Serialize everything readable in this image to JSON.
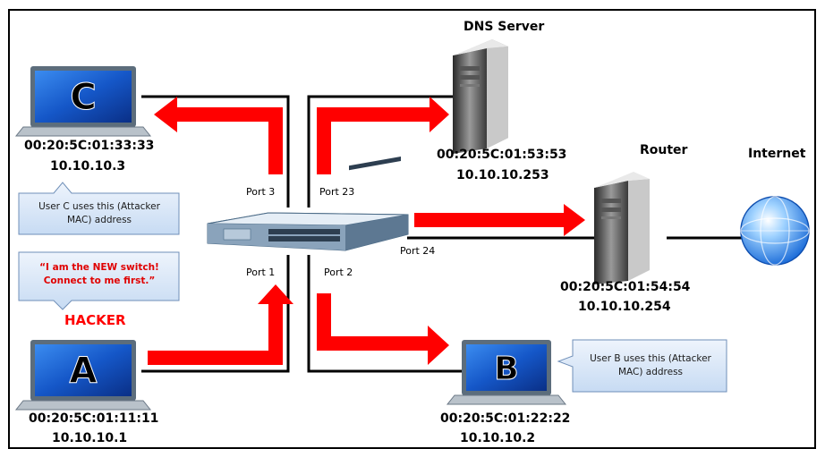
{
  "nodes": {
    "dns": {
      "title": "DNS Server",
      "mac": "00:20:5C:01:53:53",
      "ip": "10.10.10.253"
    },
    "router": {
      "title": "Router",
      "mac": "00:20:5C:01:54:54",
      "ip": "10.10.10.254"
    },
    "internet": {
      "title": "Internet"
    },
    "pc_c": {
      "letter": "C",
      "mac": "00:20:5C:01:33:33",
      "ip": "10.10.10.3"
    },
    "pc_a": {
      "letter": "A",
      "mac": "00:20:5C:01:11:11",
      "ip": "10.10.10.1"
    },
    "pc_b": {
      "letter": "B",
      "mac": "00:20:5C:01:22:22",
      "ip": "10.10.10.2"
    }
  },
  "ports": {
    "p3": "Port 3",
    "p23": "Port 23",
    "p24": "Port 24",
    "p1": "Port 1",
    "p2": "Port 2"
  },
  "callouts": {
    "user_c_line1": "User C uses this (Attacker",
    "user_c_line2": "MAC) address",
    "hacker_line1": "“I am the NEW switch!",
    "hacker_line2": "Connect to me first.”",
    "user_b_line1": "User B uses this (Attacker",
    "user_b_line2": "MAC) address"
  },
  "hacker_label": "HACKER",
  "colors": {
    "arrow": "#ff0000",
    "line": "#000000",
    "callout_fill": "#dce9f8",
    "callout_border": "#6f8fb8",
    "screen": "#1a5fd0"
  }
}
